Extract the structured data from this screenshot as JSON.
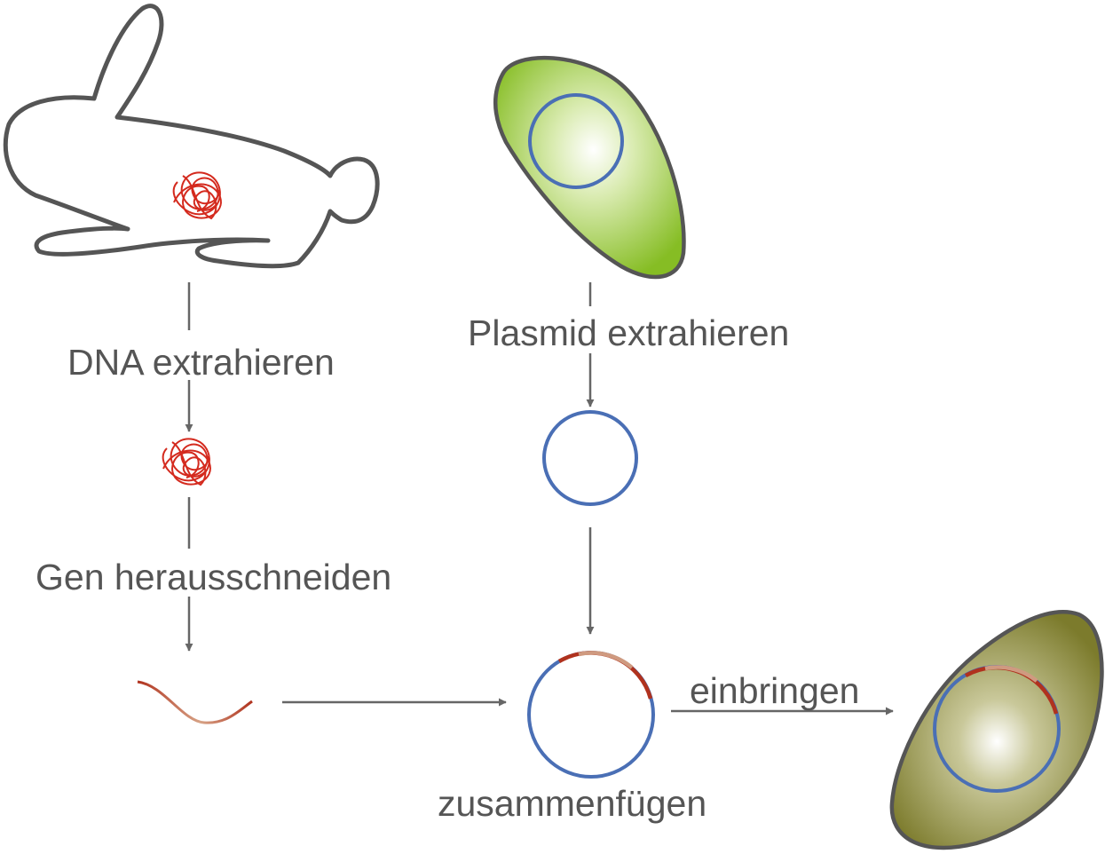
{
  "labels": {
    "dna_extract": "DNA extrahieren",
    "gene_cut": "Gen herausschneiden",
    "plasmid_extract": "Plasmid extrahieren",
    "join": "zusammenfügen",
    "insert": "einbringen"
  },
  "colors": {
    "outline": "#555555",
    "arrow": "#666666",
    "dna": "#d42a1e",
    "gene": "#b5452a",
    "plasmid": "#4a6fb5",
    "bacterium_green": "#8cc026",
    "bacterium_olive": "#7a7a2a"
  },
  "icons": {
    "animal": "rabbit-icon",
    "dna_tangle": "dna-tangle-icon",
    "bacterium": "bacterium-icon",
    "plasmid": "plasmid-ring-icon",
    "gene_segment": "gene-strand-icon",
    "recombinant_plasmid": "recombinant-plasmid-icon",
    "transgenic_bacterium": "transgenic-bacterium-icon"
  }
}
